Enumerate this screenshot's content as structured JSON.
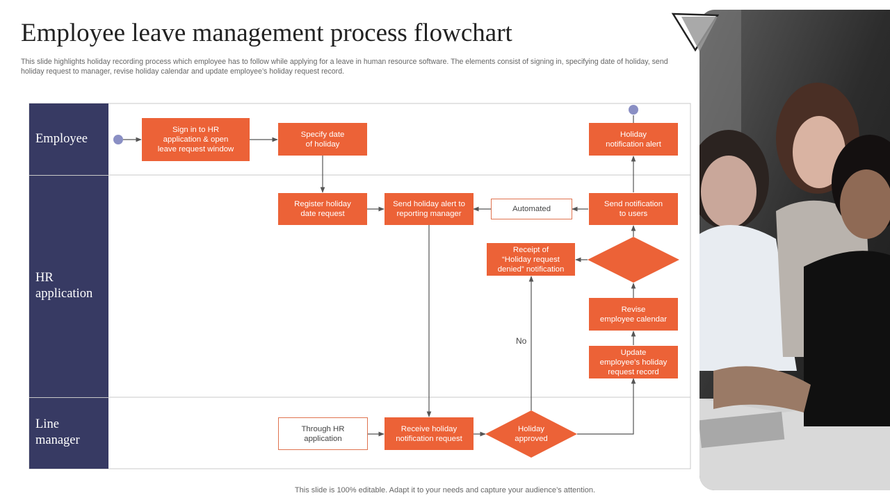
{
  "slide": {
    "title": "Employee leave management process flowchart",
    "subtitle": "This slide highlights holiday recording process which employee has to follow while applying for a leave in human resource software. The elements consist of signing in, specifying date of holiday, send holiday request to manager, revise holiday calendar and update employee’s holiday request record.",
    "footer": "This slide is 100% editable. Adapt it to your needs and capture your audience’s attention."
  },
  "lanes": [
    {
      "label": "Employee"
    },
    {
      "label": "HR\napplication"
    },
    {
      "label": "Line\nmanager"
    }
  ],
  "nodes": {
    "signin": "Sign in to HR\napplication & open\nleave request window",
    "specify": "Specify date\nof holiday",
    "alert": "Holiday\nnotification alert",
    "register": "Register holiday\ndate request",
    "send_alert": "Send holiday alert to\nreporting manager",
    "automated": "Automated",
    "send_notif": "Send notification\nto users",
    "receipt": "Receipt of\n“Holiday request\ndenied” notification",
    "revise": "Revise\nemployee calendar",
    "update": "Update\nemployee’s holiday\nrequest record",
    "through": "Through HR\napplication",
    "receive": "Receive holiday\nnotification request",
    "approved": "Holiday\napproved"
  },
  "edge_labels": {
    "no": "No"
  },
  "colors": {
    "accent": "#ec6237",
    "lane": "#373a63",
    "dot": "#8a8fc4",
    "line": "#555555"
  }
}
